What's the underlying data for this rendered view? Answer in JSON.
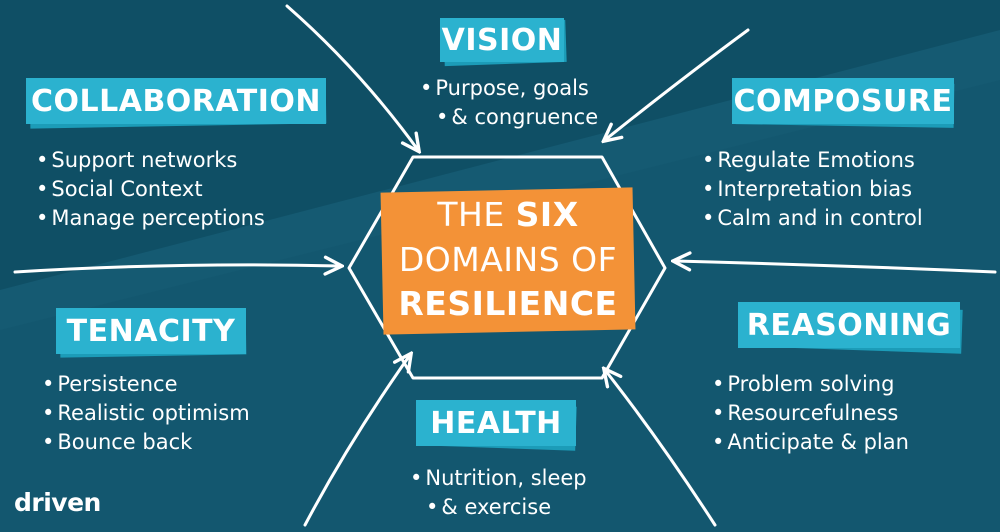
{
  "title": {
    "line1_prefix": "THE ",
    "line1_bold": "SIX",
    "line2": "DOMAINS OF",
    "line3": "RESILIENCE"
  },
  "domains": {
    "vision": {
      "label": "VISION",
      "items": [
        "Purpose, goals",
        "& congruence"
      ]
    },
    "collaboration": {
      "label": "COLLABORATION",
      "items": [
        "Support networks",
        "Social Context",
        "Manage perceptions"
      ]
    },
    "composure": {
      "label": "COMPOSURE",
      "items": [
        "Regulate Emotions",
        "Interpretation bias",
        "Calm and in control"
      ]
    },
    "tenacity": {
      "label": "TENACITY",
      "items": [
        "Persistence",
        "Realistic optimism",
        "Bounce back"
      ]
    },
    "reasoning": {
      "label": "REASONING",
      "items": [
        "Problem solving",
        "Resourcefulness",
        "Anticipate & plan"
      ]
    },
    "health": {
      "label": "HEALTH",
      "items": [
        "Nutrition, sleep",
        "& exercise"
      ]
    }
  },
  "logo": {
    "text": "driven"
  },
  "colors": {
    "background": "#0f4f65",
    "background_stripe": "#1a6079",
    "label_fill": "#2bb2cf",
    "center_fill": "#f39237",
    "line": "#ffffff"
  },
  "icons": {
    "arrow": "arrow-icon",
    "hexagon": "hexagon-outline"
  }
}
